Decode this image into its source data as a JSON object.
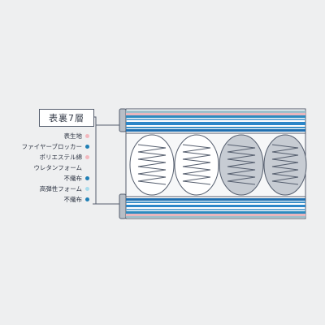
{
  "title": "表裏7層",
  "layers": [
    {
      "label": "表生地",
      "color": "#f2b8be"
    },
    {
      "label": "ファイヤーブロッカー",
      "color": "#1f7fb5"
    },
    {
      "label": "ポリエステル綿",
      "color": "#f2b8be"
    },
    {
      "label": "ウレタンフォーム",
      "color": "#eeeff0"
    },
    {
      "label": "不織布",
      "color": "#1f7fb5"
    },
    {
      "label": "高弾性フォーム",
      "color": "#a9dcec"
    },
    {
      "label": "不織布",
      "color": "#1f7fb5"
    }
  ]
}
